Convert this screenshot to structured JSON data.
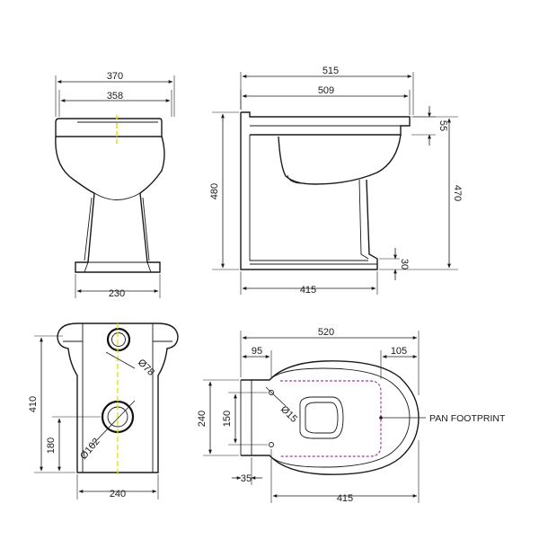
{
  "colors": {
    "line": "#1a1a1a",
    "center_line": "#e8e000",
    "footprint": "#a040a0"
  },
  "front_view": {
    "overall_width": "370",
    "seat_width": "358",
    "base_width": "230"
  },
  "side_view": {
    "overall_depth": "515",
    "seat_depth": "509",
    "rim_thickness": "55",
    "overall_height": "480",
    "rim_height": "470",
    "base_height": "30",
    "base_depth": "415"
  },
  "rear_view": {
    "height": "410",
    "lower_hole_height": "180",
    "width": "240",
    "upper_hole_dia": "Ø78",
    "lower_hole_dia": "Ø102"
  },
  "plan_view": {
    "overall_length": "520",
    "rear_offset": "95",
    "front_offset": "105",
    "width": "240",
    "fixing_spacing": "150",
    "fixing_hole_dia": "Ø15",
    "rear_depth": "35",
    "base_length": "415",
    "footprint_label": "PAN FOOTPRINT"
  }
}
